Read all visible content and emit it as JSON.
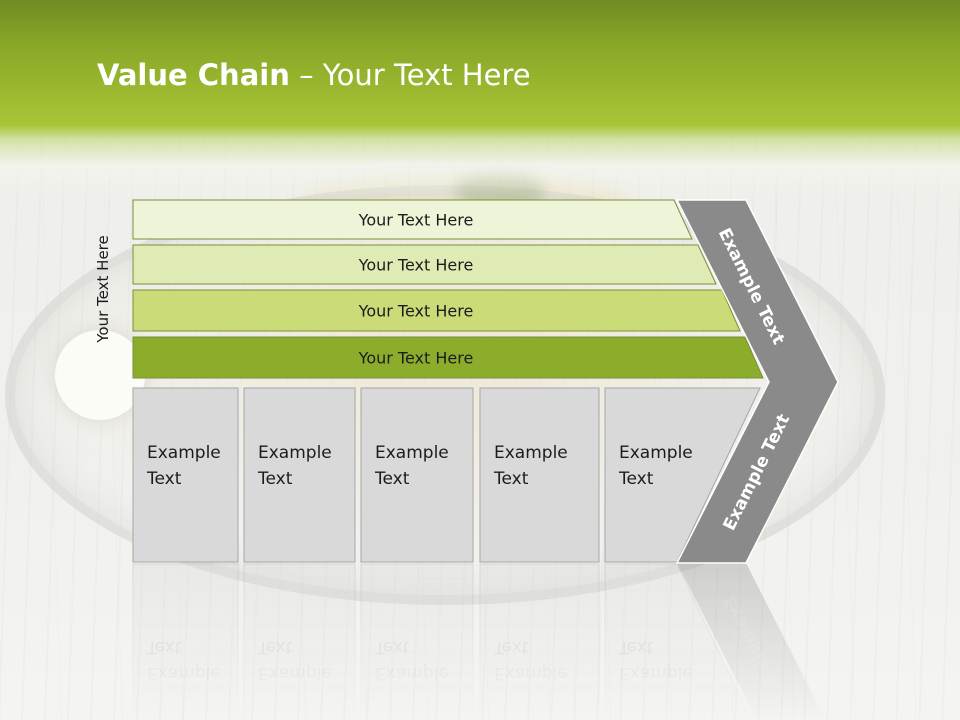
{
  "title": {
    "bold": "Value Chain",
    "rest": " – Your Text Here"
  },
  "side_label": "Your Text Here",
  "support_bars": [
    {
      "label": "Your Text Here",
      "color": "#eef4d8"
    },
    {
      "label": "Your Text Here",
      "color": "#dfebb4"
    },
    {
      "label": "Your Text Here",
      "color": "#cadb78"
    },
    {
      "label": "Your Text Here",
      "color": "#8cad2c"
    }
  ],
  "primary_boxes": [
    {
      "line1": "Example",
      "line2": "Text"
    },
    {
      "line1": "Example",
      "line2": "Text"
    },
    {
      "line1": "Example",
      "line2": "Text"
    },
    {
      "line1": "Example",
      "line2": "Text"
    },
    {
      "line1": "Example",
      "line2": "Text"
    }
  ],
  "chevron": {
    "top_label": "Example Text",
    "bottom_label": "Example Text",
    "color": "#8a8a8a"
  },
  "colors": {
    "header_green": "#8fac2a",
    "box_fill": "#d9d9d9",
    "box_border": "#a6a6a6"
  }
}
